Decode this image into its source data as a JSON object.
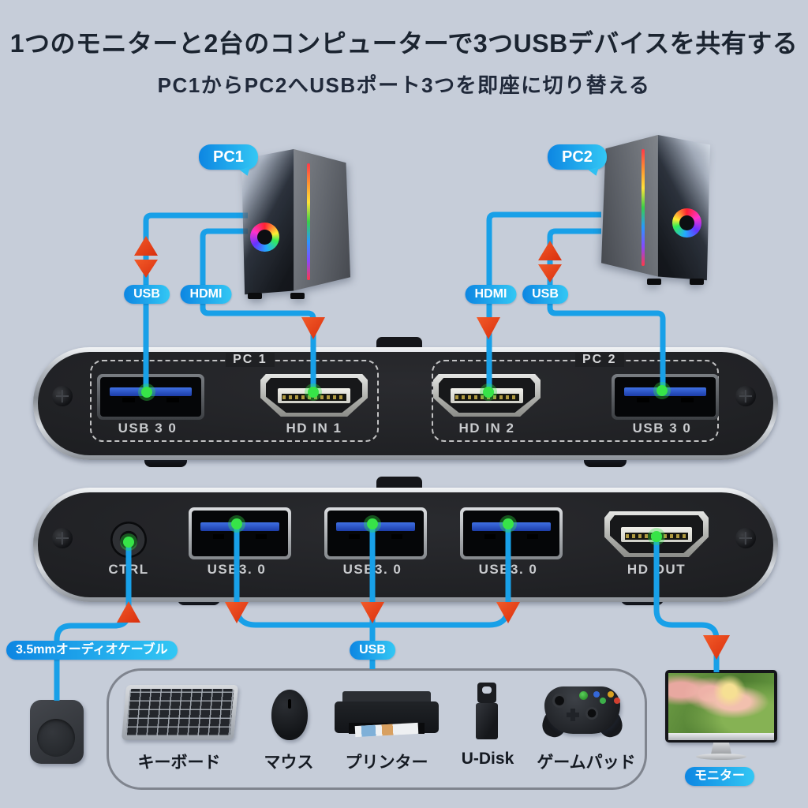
{
  "header": {
    "title": "1つのモニターと2台のコンピューターで3つUSBデバイスを共有する",
    "subtitle": "PC1からPC2へUSBポート3つを即座に切り替える"
  },
  "labels": {
    "pc1": "PC1",
    "pc2": "PC2",
    "usb": "USB",
    "hdmi": "HDMI",
    "audio_cable": "3.5mmオーディオケーブル",
    "monitor": "モニター"
  },
  "front_panel": {
    "group1": "PC 1",
    "group2": "PC 2",
    "ports": [
      {
        "label": "USB 3 0"
      },
      {
        "label": "HD IN 1"
      },
      {
        "label": "HD IN 2"
      },
      {
        "label": "USB 3 0"
      }
    ]
  },
  "back_panel": {
    "ports": [
      {
        "label": "CTRL"
      },
      {
        "label": "USB3. 0"
      },
      {
        "label": "USB3. 0"
      },
      {
        "label": "USB3. 0"
      },
      {
        "label": "HD OUT"
      }
    ]
  },
  "devices": {
    "items": [
      {
        "label": "キーボード"
      },
      {
        "label": "マウス"
      },
      {
        "label": "プリンター"
      },
      {
        "label": "U-Disk"
      },
      {
        "label": "ゲームパッド"
      }
    ]
  },
  "colors": {
    "background": "#c6cdd9",
    "title_text": "#1b2430",
    "line_blue": "#18a0e8",
    "badge_gradient_start": "#0d86e2",
    "badge_gradient_end": "#33c7f4",
    "arrow_red": "#e8421a",
    "green_dot": "#37e448",
    "panel_black": "#1f2023",
    "panel_chrome": "#c7ccd2",
    "port_label_gray": "#c9cbce"
  }
}
